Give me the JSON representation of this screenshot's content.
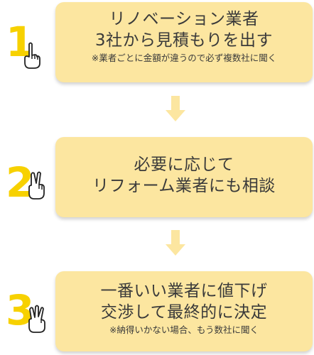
{
  "steps": [
    {
      "number": "1",
      "hand_icon": "one-finger-hand",
      "lines": [
        "リノベーション業者",
        "3社から見積もりを出す"
      ],
      "note": "※業者ごとに金額が違うので必ず複数社に聞く"
    },
    {
      "number": "2",
      "hand_icon": "two-finger-hand",
      "lines": [
        "必要に応じて",
        "リフォーム業者にも相談"
      ],
      "note": ""
    },
    {
      "number": "3",
      "hand_icon": "three-finger-hand",
      "lines": [
        "一番いい業者に値下げ",
        "交渉して最終的に決定"
      ],
      "note": "※納得いかない場合、もう数社に聞く"
    }
  ],
  "colors": {
    "card": "#fce6a0",
    "number": "#f7d100",
    "arrow": "#fce6a0",
    "text": "#3a3a3a"
  },
  "arrow_icon": "down-arrow"
}
